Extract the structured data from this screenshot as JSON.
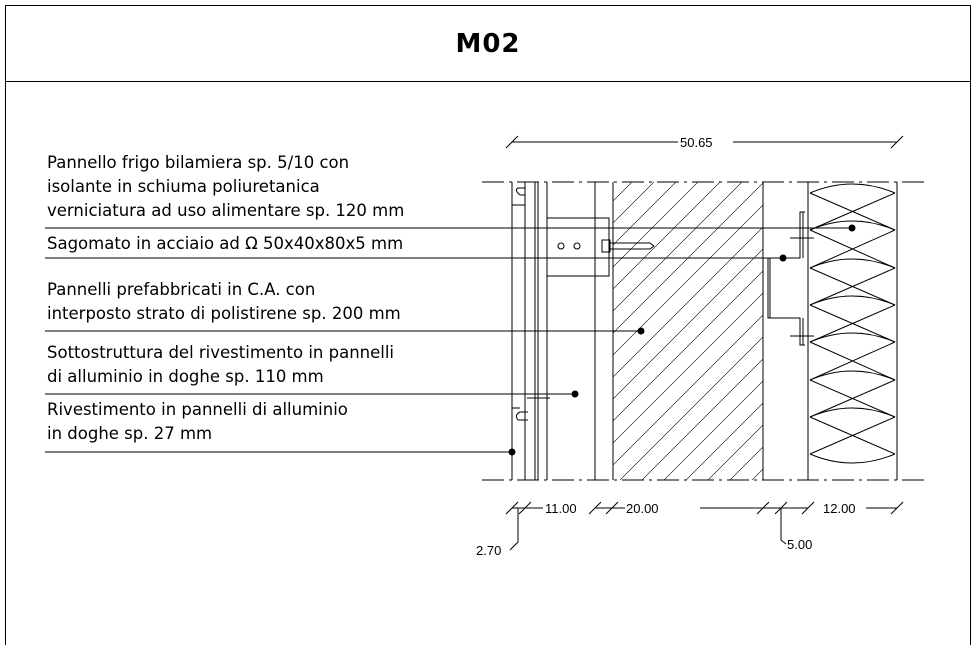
{
  "title": "M02",
  "labels": [
    {
      "lines": [
        "Pannello frigo bilamiera sp. 5/10 con",
        "isolante in schiuma poliuretanica",
        "verniciatura ad uso alimentare sp. 120 mm"
      ]
    },
    {
      "lines": [
        "Sagomato in acciaio ad Ω  50x40x80x5 mm"
      ]
    },
    {
      "lines": [
        "Pannelli prefabbricati in C.A. con",
        "interposto strato di polistirene sp. 200 mm"
      ]
    },
    {
      "lines": [
        "Sottostruttura del rivestimento in pannelli",
        "di alluminio in doghe sp. 110 mm"
      ]
    },
    {
      "lines": [
        "Rivestimento in pannelli di alluminio",
        "in doghe sp. 27 mm"
      ]
    }
  ],
  "dimensions": {
    "total": "50.65",
    "d1": "2.70",
    "d2": "11.00",
    "d3": "20.00",
    "d4": "5.00",
    "d5": "12.00"
  }
}
